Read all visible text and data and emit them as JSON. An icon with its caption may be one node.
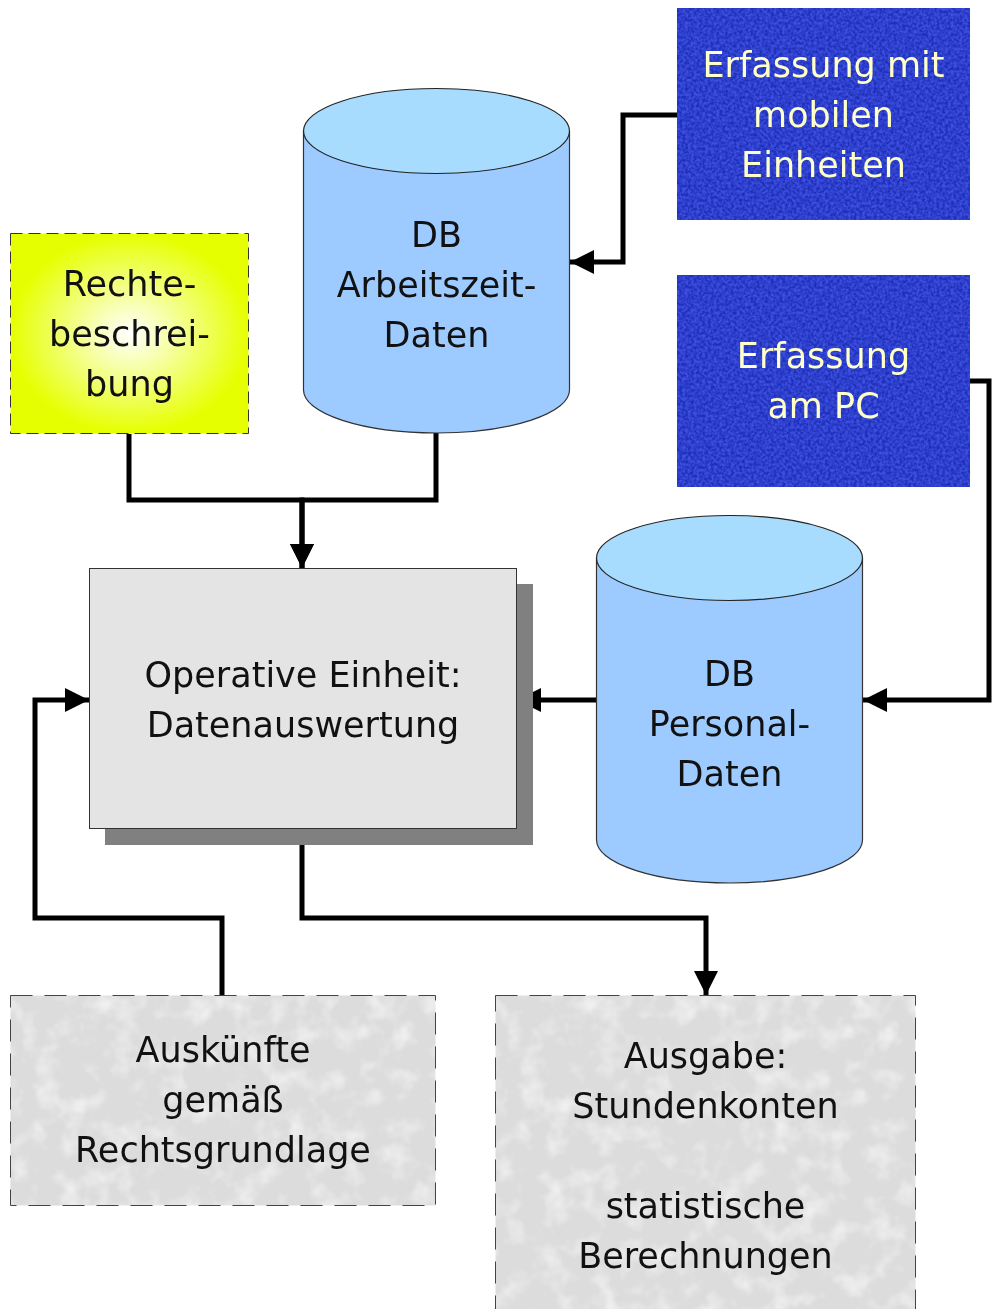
{
  "diagram": {
    "nodes": [
      {
        "text": [
          "Erfassung mit mobilen Einheiten"
        ]
      },
      {
        "text": [
          "DB Arbeitszeit- Daten"
        ]
      },
      {
        "text": [
          "Rechte- beschrei- bung"
        ]
      },
      {
        "text": [
          "Erfassung am PC"
        ]
      },
      {
        "text": [
          "Operative Einheit: Datenauswertung"
        ]
      },
      {
        "text": [
          "DB Personal- Daten"
        ]
      },
      {
        "text": [
          "Auskünfte gemäß Rechtsgrundlage"
        ]
      },
      {
        "text": [
          "Ausgabe: Stundenkonten",
          "statistische Berechnungen"
        ]
      }
    ],
    "edges": [
      {
        "from": 0,
        "to": 1,
        "arrow": "to"
      },
      {
        "from": 2,
        "to": 4,
        "arrow": "to"
      },
      {
        "from": 1,
        "to": 4,
        "arrow": "to"
      },
      {
        "from": 3,
        "to": 5,
        "arrow": "to"
      },
      {
        "from": 5,
        "to": 4,
        "arrow": "to"
      },
      {
        "from": 4,
        "to": 7,
        "arrow": "to"
      },
      {
        "from": 6,
        "to": 4,
        "arrow": "to"
      }
    ]
  }
}
